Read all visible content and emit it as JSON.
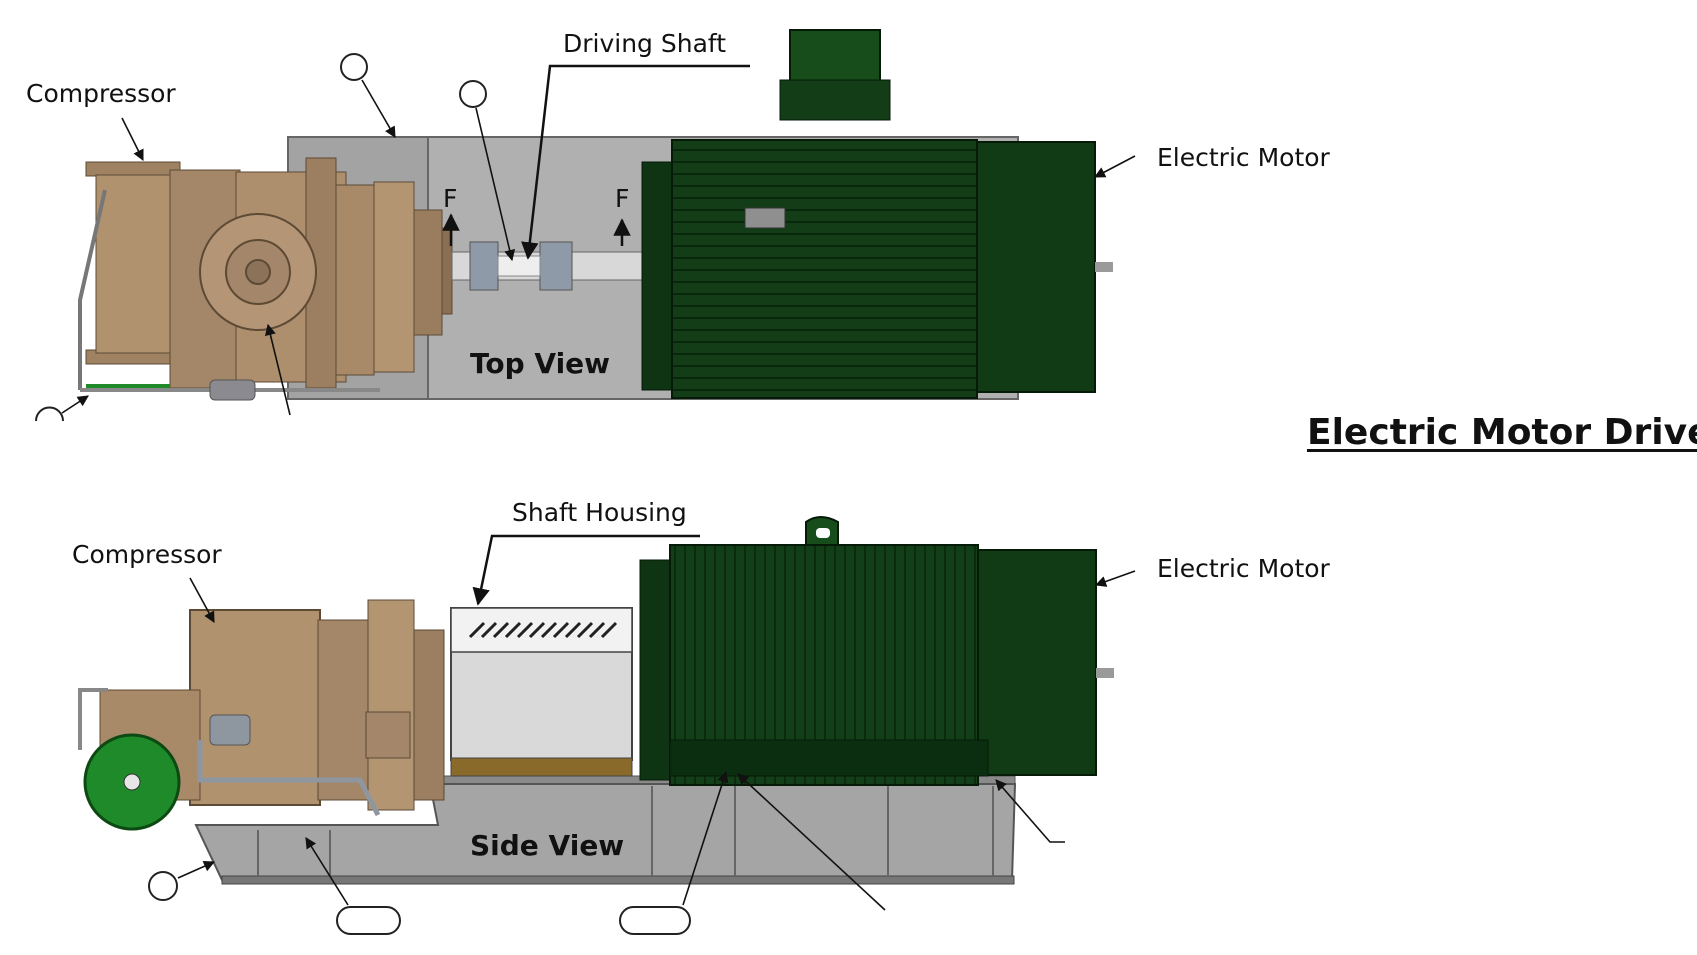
{
  "heading": "Electric Motor Driver",
  "top_view": {
    "view_label": "Top View",
    "compressor_label": "Compressor",
    "driving_shaft_label": "Driving Shaft",
    "electric_motor_label": "Electric Motor",
    "flow_marker_left": "F",
    "flow_marker_right": "F"
  },
  "side_view": {
    "view_label": "Side View",
    "compressor_label": "Compressor",
    "shaft_housing_label": "Shaft Housing",
    "electric_motor_label": "Electric Motor"
  },
  "colors": {
    "compressor_bronze": "#a88b6b",
    "compressor_dark": "#6e5840",
    "motor_green": "#123d17",
    "motor_green_light": "#1f5a26",
    "skid_gray": "#9a9a9a",
    "flange_green": "#1f8a2a",
    "housing_gold": "#8a6a2a"
  },
  "icons": [
    "callout-bubble",
    "leader-arrow",
    "flow-arrow"
  ]
}
